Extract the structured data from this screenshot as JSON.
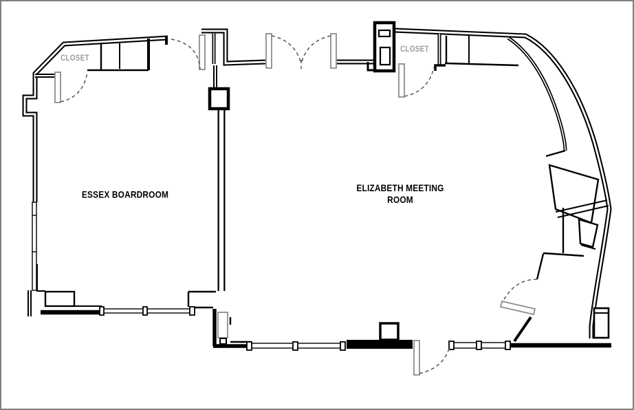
{
  "floor_plan": {
    "room_labels": {
      "essex": "ESSEX BOARDROOM",
      "elizabeth_line1": "ELIZABETH MEETING",
      "elizabeth_line2": "ROOM"
    },
    "closet_labels": {
      "left": "CLOSET",
      "right": "CLOSET"
    },
    "colors": {
      "page_bg": "#ffffff",
      "border": "#7f7f7f",
      "wall": "#000000",
      "door_leaf": "#8c8c8c",
      "door_arc": "#555555",
      "closet_text": "#9b9b9b",
      "room_text": "#000000"
    }
  }
}
